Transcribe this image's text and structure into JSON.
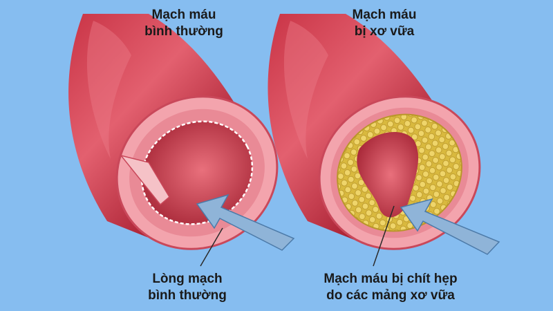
{
  "labels": {
    "normal_vessel": [
      "Mạch máu",
      "bình thường"
    ],
    "diseased_vessel": [
      "Mạch máu",
      "bị xơ vữa"
    ],
    "normal_lumen": [
      "Lòng mạch",
      "bình thường"
    ],
    "narrowed_vessel": [
      "Mạch máu bị chít hẹp",
      "do các mảng xơ vữa"
    ]
  },
  "colors": {
    "background": "#86bdf0",
    "vessel_wall": "#b8283a",
    "vessel_highlight": "#e0596a",
    "inner_layer": "#f0a0a8",
    "plaque": "#e6cc55",
    "arrow": "#8fb4d8"
  }
}
